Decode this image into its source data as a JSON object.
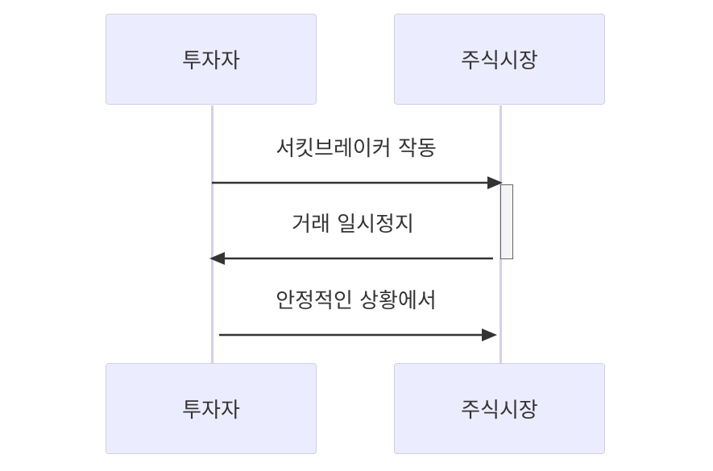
{
  "participants": {
    "investor": "투자자",
    "market": "주식시장"
  },
  "messages": [
    {
      "label": "서킷브레이커 작동",
      "from": "investor",
      "to": "market"
    },
    {
      "label": "거래 일시정지",
      "from": "market",
      "to": "investor"
    },
    {
      "label": "안정적인 상황에서",
      "from": "investor",
      "to": "market"
    }
  ],
  "colors": {
    "actor_fill": "#ECECFF",
    "actor_border": "#D2CDEA",
    "lifeline": "#D7CDEE",
    "arrow": "#333333",
    "activation_fill": "#F4F4F4"
  }
}
